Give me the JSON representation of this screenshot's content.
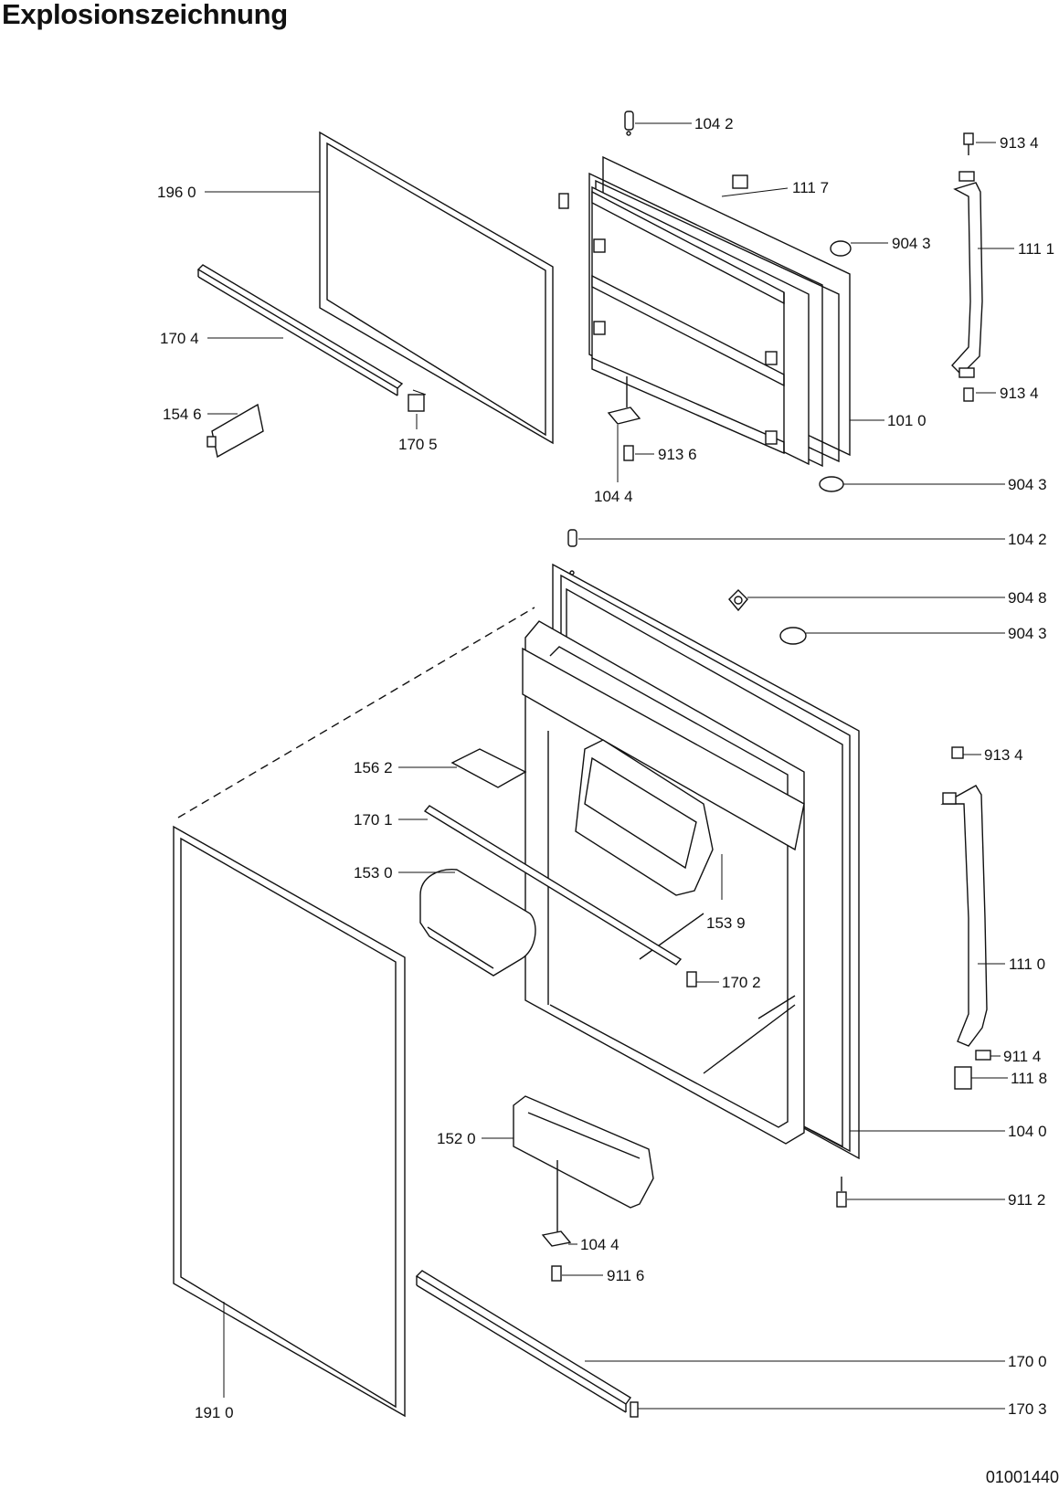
{
  "title": "Explosionszeichnung",
  "document_number": "01001440",
  "parts": [
    {
      "id": "p1960",
      "label": "196 0"
    },
    {
      "id": "p1704",
      "label": "170 4"
    },
    {
      "id": "p1546",
      "label": "154 6"
    },
    {
      "id": "p1705",
      "label": "170 5"
    },
    {
      "id": "p1042a",
      "label": "104 2"
    },
    {
      "id": "p1117",
      "label": "111 7"
    },
    {
      "id": "p9043a",
      "label": "904 3"
    },
    {
      "id": "p9134a",
      "label": "913 4"
    },
    {
      "id": "p1111",
      "label": "111 1"
    },
    {
      "id": "p9134b",
      "label": "913 4"
    },
    {
      "id": "p1010",
      "label": "101 0"
    },
    {
      "id": "p9136",
      "label": "913 6"
    },
    {
      "id": "p1044a",
      "label": "104 4"
    },
    {
      "id": "p9043b",
      "label": "904 3"
    },
    {
      "id": "p1042b",
      "label": "104 2"
    },
    {
      "id": "p9048",
      "label": "904 8"
    },
    {
      "id": "p9043c",
      "label": "904 3"
    },
    {
      "id": "p9134c",
      "label": "913 4"
    },
    {
      "id": "p1562",
      "label": "156 2"
    },
    {
      "id": "p1701",
      "label": "170 1"
    },
    {
      "id": "p1530",
      "label": "153 0"
    },
    {
      "id": "p1539",
      "label": "153 9"
    },
    {
      "id": "p1702",
      "label": "170 2"
    },
    {
      "id": "p1110",
      "label": "111 0"
    },
    {
      "id": "p9114",
      "label": "911 4"
    },
    {
      "id": "p1118",
      "label": "111 8"
    },
    {
      "id": "p1520",
      "label": "152 0"
    },
    {
      "id": "p1040",
      "label": "104 0"
    },
    {
      "id": "p9112",
      "label": "911 2"
    },
    {
      "id": "p1044b",
      "label": "104 4"
    },
    {
      "id": "p9116",
      "label": "911 6"
    },
    {
      "id": "p1700",
      "label": "170 0"
    },
    {
      "id": "p1703",
      "label": "170 3"
    },
    {
      "id": "p1910",
      "label": "191 0"
    }
  ]
}
